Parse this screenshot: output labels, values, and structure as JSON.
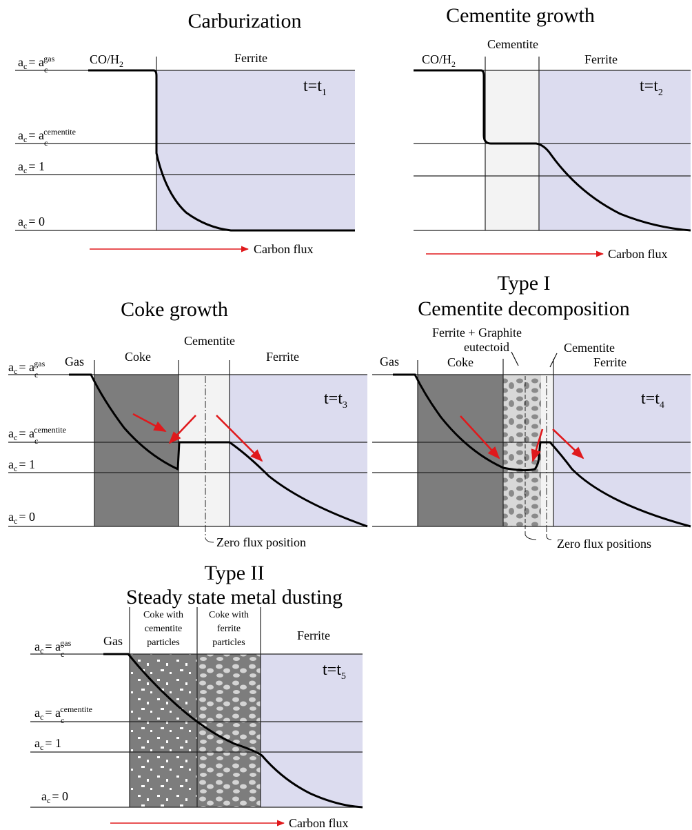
{
  "panels": {
    "carburization": {
      "title": "Carburization",
      "gas": "CO/H",
      "gas_sub": "2",
      "ferrite": "Ferrite",
      "time": "t=t",
      "time_sub": "1",
      "flux": "Carbon flux"
    },
    "cementite_growth": {
      "title": "Cementite growth",
      "gas": "CO/H",
      "gas_sub": "2",
      "cementite": "Cementite",
      "ferrite": "Ferrite",
      "time": "t=t",
      "time_sub": "2",
      "flux": "Carbon flux"
    },
    "coke_growth": {
      "title": "Coke growth",
      "gas": "Gas",
      "coke": "Coke",
      "cementite": "Cementite",
      "ferrite": "Ferrite",
      "time": "t=t",
      "time_sub": "3",
      "zero_flux": "Zero flux position"
    },
    "type1": {
      "title_line1": "Type I",
      "title_line2": "Cementite decomposition",
      "gas": "Gas",
      "coke": "Coke",
      "eutectoid_line1": "Ferrite + Graphite",
      "eutectoid_line2": "eutectoid",
      "cementite": "Cementite",
      "ferrite": "Ferrite",
      "time": "t=t",
      "time_sub": "4",
      "zero_flux": "Zero flux positions"
    },
    "type2": {
      "title_line1": "Type II",
      "title_line2": "Steady state metal dusting",
      "gas": "Gas",
      "coke_cementite": [
        "Coke with",
        "cementite",
        "particles"
      ],
      "coke_ferrite": [
        "Coke with",
        "ferrite",
        "particles"
      ],
      "ferrite": "Ferrite",
      "time": "t=t",
      "time_sub": "5",
      "flux": "Carbon flux"
    }
  },
  "activity_labels": {
    "prefix": "a",
    "sub": "c",
    "gas_eq": "= a",
    "gas_sup": "gas",
    "cem_eq": "= a",
    "cem_sup": "cementite",
    "one": "= 1",
    "zero": "= 0"
  },
  "colors": {
    "ferrite": "#dcdcef",
    "cementite": "#f3f3f3",
    "coke": "#7d7d7d",
    "flux_arrow": "#e0191c"
  }
}
